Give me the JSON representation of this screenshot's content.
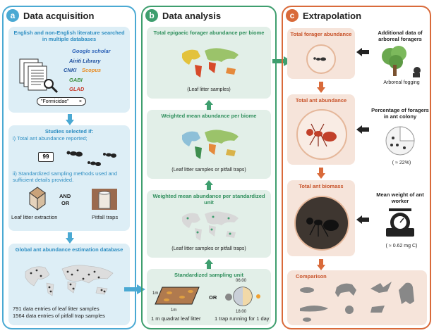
{
  "panels": {
    "a": {
      "letter": "a",
      "title": "Data acquisition",
      "color": "#4aa9d3"
    },
    "b": {
      "letter": "b",
      "title": "Data analysis",
      "color": "#3e9e6e"
    },
    "c": {
      "letter": "c",
      "title": "Extrapolation",
      "color": "#d96a3a"
    }
  },
  "a": {
    "lit_title": "English and non-English literature searched in multiple databases",
    "databases": [
      {
        "name": "Google scholar",
        "color": "#2e63b8"
      },
      {
        "name": "Airiti Library",
        "color": "#1e4f9e"
      },
      {
        "name": "CNKI",
        "color": "#1e4f9e"
      },
      {
        "name": "Scopus",
        "color": "#e98a1e"
      },
      {
        "name": "GABI",
        "color": "#3e8e3e"
      },
      {
        "name": "GLAD",
        "color": "#c83a2a"
      }
    ],
    "search_term": "\"Formicidae\"",
    "search_close": "×",
    "studies_title": "Studies selected if:",
    "crit1": "i) Total ant abundance reported;",
    "counter": "99",
    "crit2": "ii) Standardized sampling methods used and sufficient details provided.",
    "and": "AND",
    "or": "OR",
    "leaf_label": "Leaf litter extraction",
    "pit_label": "Pitfall traps",
    "db_title": "Global ant abundance estimation database",
    "entries1": "791 data entries of leaf litter samples",
    "entries2": "1564 data entries of pitfall trap samples"
  },
  "b": {
    "box1_title": "Total epigaeic forager abundance per biome",
    "box1_cap": "(Leaf litter samples)",
    "box2_title": "Weighted mean abundance per biome",
    "box2_cap": "(Leaf litter samples or pitfall traps)",
    "box3_title": "Weighted mean abundance per standardized unit",
    "box3_cap": "(Leaf litter samples or pitfall traps)",
    "box4_title": "Standardized sampling unit",
    "dim1": "1m",
    "dim2": "1m",
    "or": "OR",
    "t1": "06:00",
    "t2": "18:00",
    "cap_left": "1 m   quadrat leaf litter",
    "cap_right": "1 trap running for 1 day"
  },
  "c": {
    "forager_title": "Total forager abundance",
    "arboreal_title": "Additional data of arboreal foragers",
    "arboreal_cap": "Arboreal fogging",
    "total_title": "Total ant abundance",
    "pct_title": "Percentage of foragers in ant colony",
    "pct_val": "( ≈ 22%)",
    "biomass_title": "Total ant biomass",
    "weight_title": "Mean weight of ant worker",
    "weight_val": "( ≈ 0.62 mg C)",
    "comparison_title": "Comparison"
  }
}
